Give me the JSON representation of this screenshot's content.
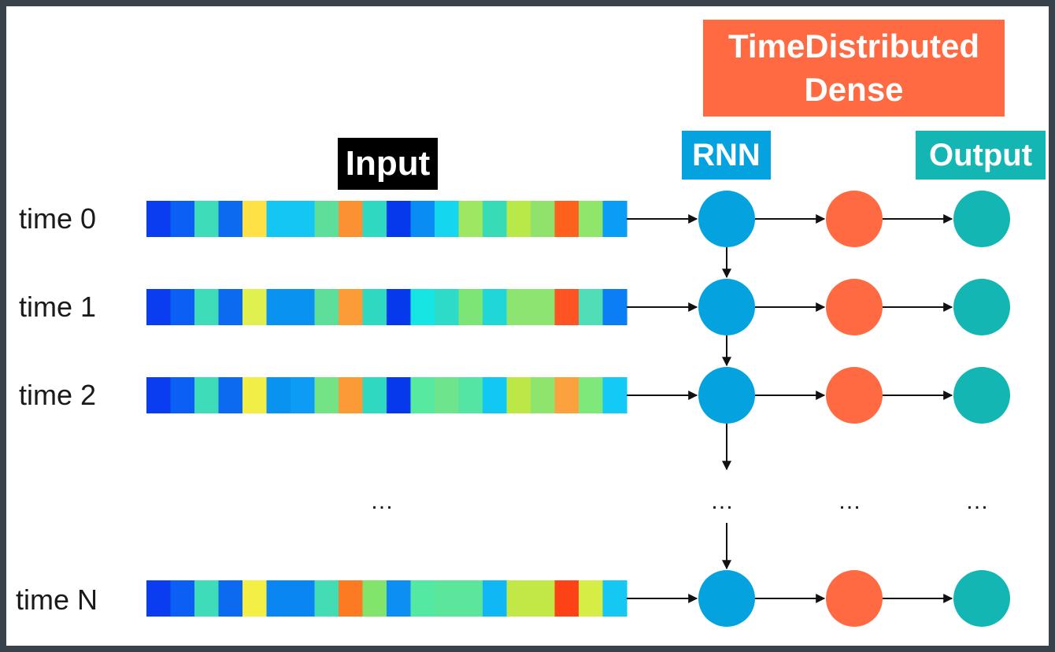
{
  "colors": {
    "frame": "#37424b",
    "background": "#ffffff",
    "rnn": "#04a3e0",
    "dense": "#ff6a43",
    "output": "#13b6b3",
    "header_input": "#000000"
  },
  "headers": {
    "input": "Input",
    "time_distributed_line1": "TimeDistributed",
    "time_distributed_line2": "Dense",
    "rnn": "RNN",
    "output": "Output"
  },
  "rows": [
    {
      "label": "time 0",
      "cells": [
        "#0a3cf0",
        "#0b5ff5",
        "#3fdcb9",
        "#0b6af0",
        "#fde145",
        "#14c6f3",
        "#14c6f3",
        "#5ddf9a",
        "#fb9132",
        "#2fd8c1",
        "#0739ec",
        "#0a8cf5",
        "#14d7ef",
        "#9de762",
        "#37dcb7",
        "#b9e948",
        "#8fe26b",
        "#fe611c",
        "#90e56b",
        "#0b9cf6"
      ]
    },
    {
      "label": "time 1",
      "cells": [
        "#0a3cf0",
        "#0b5ff5",
        "#3fdcb9",
        "#0b6af0",
        "#e0f04e",
        "#0a92f1",
        "#0a92f1",
        "#5ddf9a",
        "#fb9c38",
        "#2fd8c1",
        "#0739ec",
        "#15e6e3",
        "#2ddcc8",
        "#7ce576",
        "#21d6d6",
        "#8de471",
        "#8de471",
        "#fe5423",
        "#4fdeb6",
        "#0b7ef5"
      ]
    },
    {
      "label": "time 2",
      "cells": [
        "#0a3cf0",
        "#0b5ff5",
        "#3fdcb9",
        "#0b6af0",
        "#f0ee47",
        "#0a92f1",
        "#0c9cf5",
        "#73e386",
        "#fb9a36",
        "#2fd8c1",
        "#0739ec",
        "#55eaa0",
        "#6ee48c",
        "#54e5a4",
        "#10c8f3",
        "#bde746",
        "#8fe46d",
        "#fba23f",
        "#7ee87b",
        "#12caf5"
      ]
    },
    {
      "label": "time N",
      "cells": [
        "#0a3cf0",
        "#0b5ff5",
        "#3fdcb9",
        "#0b6af0",
        "#f4ef44",
        "#0a86f2",
        "#0a86f2",
        "#43dcb4",
        "#fb7a22",
        "#81e56b",
        "#0c8ef2",
        "#54e9a2",
        "#5ce69b",
        "#5ce69b",
        "#0fb8f5",
        "#c2e848",
        "#c2e848",
        "#fd4216",
        "#d5ed44",
        "#14c8f3"
      ]
    }
  ],
  "ellipsis": "…"
}
